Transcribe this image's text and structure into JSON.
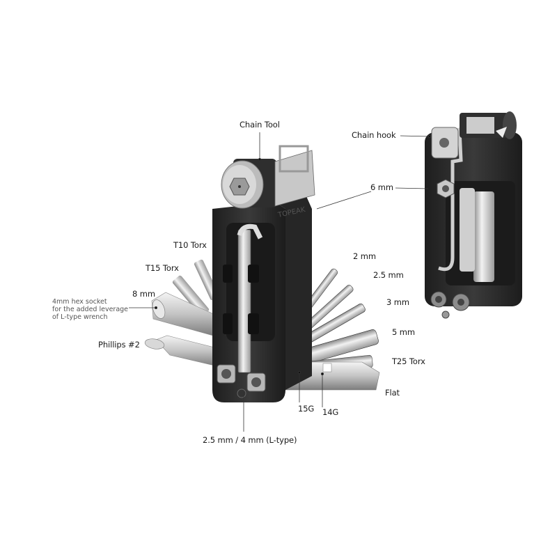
{
  "figure": {
    "subject": "folding bicycle multi-tool",
    "brand_mark": "TOPEAK",
    "views": [
      "open-front",
      "closed-back"
    ]
  },
  "callouts": {
    "chain_tool": "Chain Tool",
    "chain_hook": "Chain hook",
    "hex_6mm": "6 mm",
    "t10_torx": "T10 Torx",
    "t15_torx": "T15 Torx",
    "hex_8mm": "8 mm",
    "hex_8mm_note": [
      "4mm hex socket",
      "for the added leverage",
      "of L-type wrench"
    ],
    "phillips_2": "Phillips #2",
    "hex_2mm": "2 mm",
    "hex_2_5mm": "2.5 mm",
    "hex_3mm": "3 mm",
    "hex_5mm": "5 mm",
    "t25_torx": "T25 Torx",
    "flat": "Flat",
    "spoke_15g": "15G",
    "spoke_14g": "14G",
    "l_type": "2.5 mm / 4 mm (L-type)"
  },
  "colors": {
    "background": "#ffffff",
    "body": "#2b2b2b",
    "body_highlight": "#444444",
    "steel": "#c9c9c9",
    "steel_light": "#eeeeee",
    "steel_dark": "#8a8a8a",
    "leader_line": "#333333",
    "text": "#1a1a1a"
  }
}
